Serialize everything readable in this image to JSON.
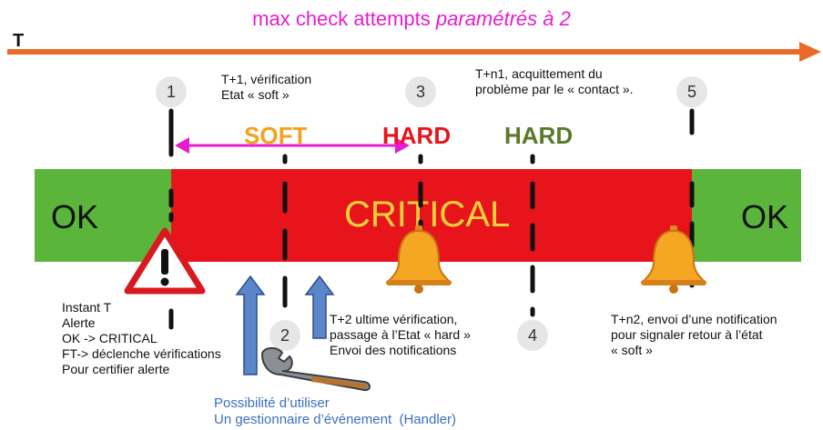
{
  "title": {
    "prefix": "max check attempts ",
    "italic": "paramétrés à 2"
  },
  "axis_label": "T",
  "steps": [
    "1",
    "2",
    "3",
    "4",
    "5"
  ],
  "notes": {
    "step1_top": "T+1, vérification\nEtat « soft »",
    "step3_top": "T+n1, acquittement du\nproblème par le « contact ».",
    "instant": "Instant T\nAlerte\nOK -> CRITICAL\nFT-> déclenche vérifications\nPour certifier alerte",
    "step2_bottom": "T+2 ultime vérification,\npassage à l’Etat « hard »\nEnvoi des notifications",
    "step4_bottom": "T+n2, envoi d’une notification\npour signaler retour à l’état\n« soft »",
    "handler": "Possibilité d’utiliser\nUn gestionnaire d’événement  (Handler)"
  },
  "states": {
    "soft": "SOFT",
    "hard1": "HARD",
    "hard2": "HARD"
  },
  "band": {
    "ok_left": "OK",
    "critical": "CRITICAL",
    "ok_right": "OK"
  },
  "colors": {
    "ok_green": "#5bb53a",
    "critical_red": "#e8141c",
    "timeline_orange": "#ea6a2a",
    "soft_orange": "#f5a21b",
    "hard_red": "#e8141c",
    "hard_green": "#5a7a2a",
    "arrow_magenta": "#e81ccf",
    "blue_arrow": "#5b86c9"
  },
  "icons": [
    "warning-icon",
    "bell-icon",
    "bell-icon",
    "wrench-icon",
    "up-arrow-icon",
    "up-arrow-icon"
  ]
}
